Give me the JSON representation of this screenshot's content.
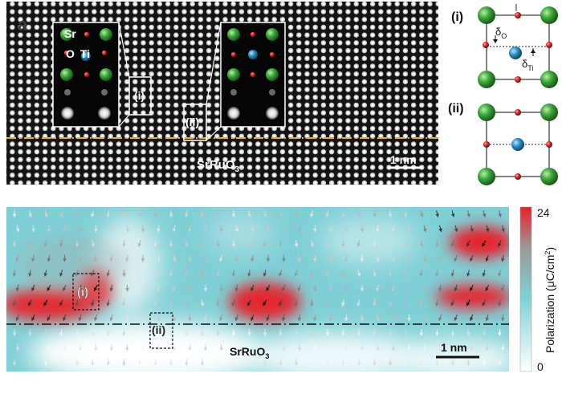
{
  "top_panel": {
    "panel_letter": "a",
    "inset_left_labels": {
      "sr": "Sr",
      "o": "O",
      "ti": "Ti"
    },
    "region_i": "(i)",
    "region_ii": "(ii)",
    "substrate": "SrRuO",
    "substrate_sub": "3",
    "scale_bar": "1 nm"
  },
  "unit_cells": {
    "i_label": "(i)",
    "ii_label": "(ii)",
    "delta_o": "δ",
    "delta_o_sub": "O",
    "delta_ti": "δ",
    "delta_ti_sub": "Ti"
  },
  "bottom_panel": {
    "region_i": "(i)",
    "region_ii": "(ii)",
    "substrate": "SrRuO",
    "substrate_sub": "3",
    "scale_bar": "1 nm",
    "colorbar": {
      "title": "Polarization (μC/cm",
      "title_sup": "2",
      "title_end": ")",
      "max_label": "24",
      "min_label": "0",
      "min": 0,
      "max": 24
    }
  },
  "colors": {
    "sr_atom": "#3aa63a",
    "ti_atom": "#2a8fc7",
    "o_atom": "#d42020",
    "interface_line": "#f0b400",
    "colormap_low": "#ffffff",
    "colormap_mid": "#7fd0d6",
    "colormap_high": "#e8202a"
  }
}
